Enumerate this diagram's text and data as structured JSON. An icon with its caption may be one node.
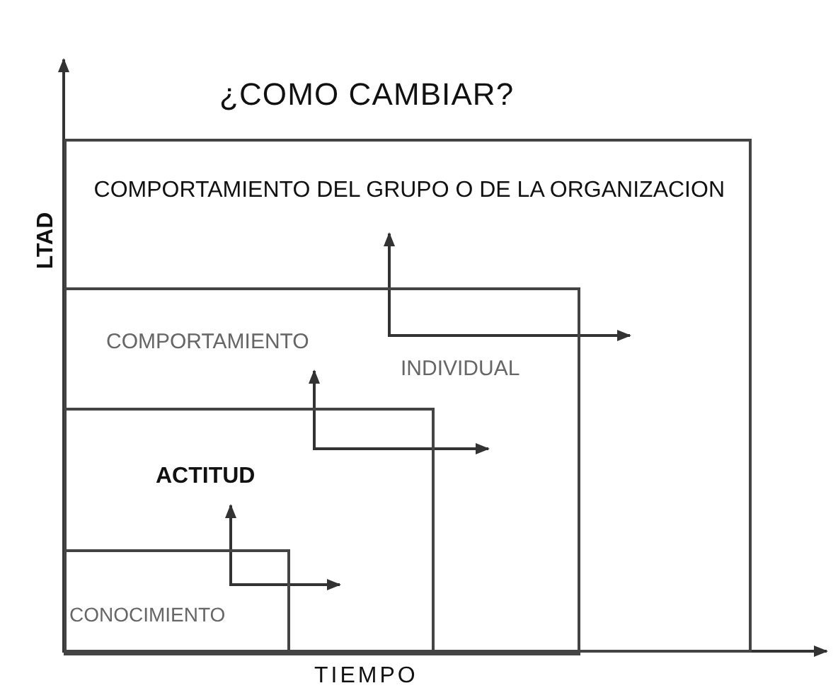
{
  "diagram": {
    "title": "¿COMO CAMBIAR?",
    "nodes": [
      {
        "text": [
          "COMPORTAMIENTO DEL GRUPO O DE LA ORGANIZACION"
        ]
      },
      {
        "text": [
          "COMPORTAMIENTO",
          "INDIVIDUAL"
        ],
        "in": 0
      },
      {
        "text": [
          "ACTITUD"
        ],
        "in": 1
      },
      {
        "text": [
          "CONOCIMIENTO"
        ],
        "in": 2
      }
    ],
    "edges": [],
    "labels": [
      "TIEMPO",
      "LTAD"
    ]
  }
}
